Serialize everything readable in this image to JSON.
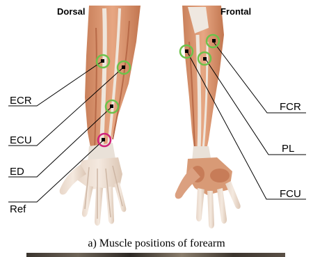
{
  "titles": {
    "dorsal": "Dorsal",
    "frontal": "Frontal"
  },
  "labels": {
    "ecr": "ECR",
    "ecu": "ECU",
    "ed": "ED",
    "ref": "Ref",
    "fcr": "FCR",
    "pl": "PL",
    "fcu": "FCU"
  },
  "caption": "a) Muscle positions of forearm",
  "colors": {
    "marker_green": "#6cc24a",
    "marker_magenta": "#d0217a",
    "muscle": "#d8946a",
    "tendon": "#ece8e2"
  }
}
